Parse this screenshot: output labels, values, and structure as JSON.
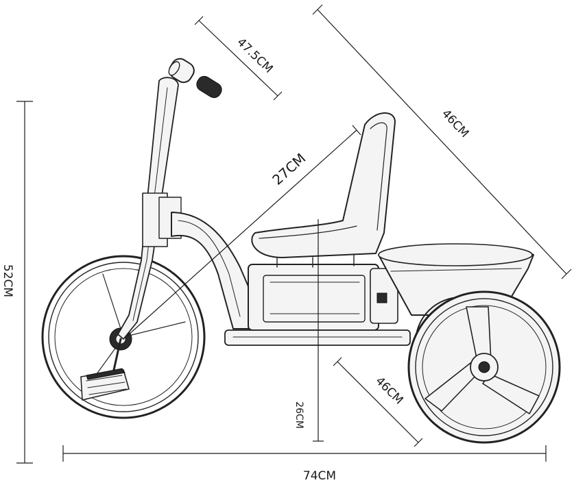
{
  "dimensions": {
    "handlebar": "47.5CM",
    "top_diagonal": "46CM",
    "seat_diagonal": "27CM",
    "height": "52CM",
    "seat_height": "26CM",
    "rear_wheel": "46CM",
    "length": "74CM"
  },
  "colors": {
    "ink": "#1a1a1a",
    "background": "#ffffff"
  }
}
